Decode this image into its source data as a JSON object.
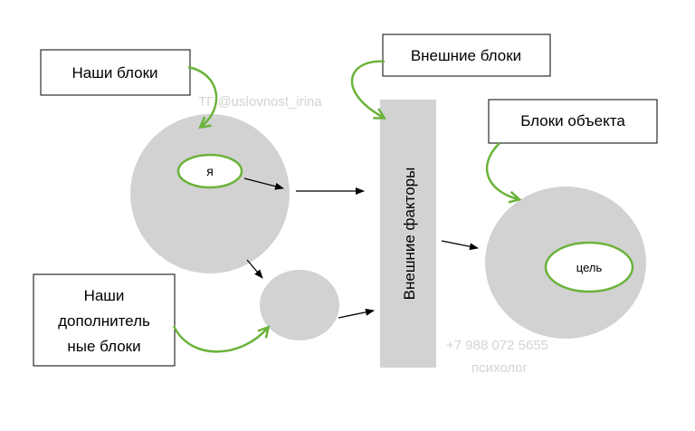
{
  "labels": {
    "our_blocks": "Наши блоки",
    "external_blocks": "Внешние блоки",
    "object_blocks": "Блоки объекта",
    "additional_line1": "Наши",
    "additional_line2": "дополнитель",
    "additional_line3": "ные блоки",
    "self": "я",
    "goal": "цель",
    "external_factors": "Внешние факторы"
  },
  "watermark": {
    "handle": "ТГ @uslovnost_irina",
    "phone": "+7 988 072 5655",
    "profession": "психолог"
  },
  "colors": {
    "circle_fill": "#d2d2d2",
    "green_accent": "#6ab33a",
    "watermark_text": "#d3d3d3"
  }
}
